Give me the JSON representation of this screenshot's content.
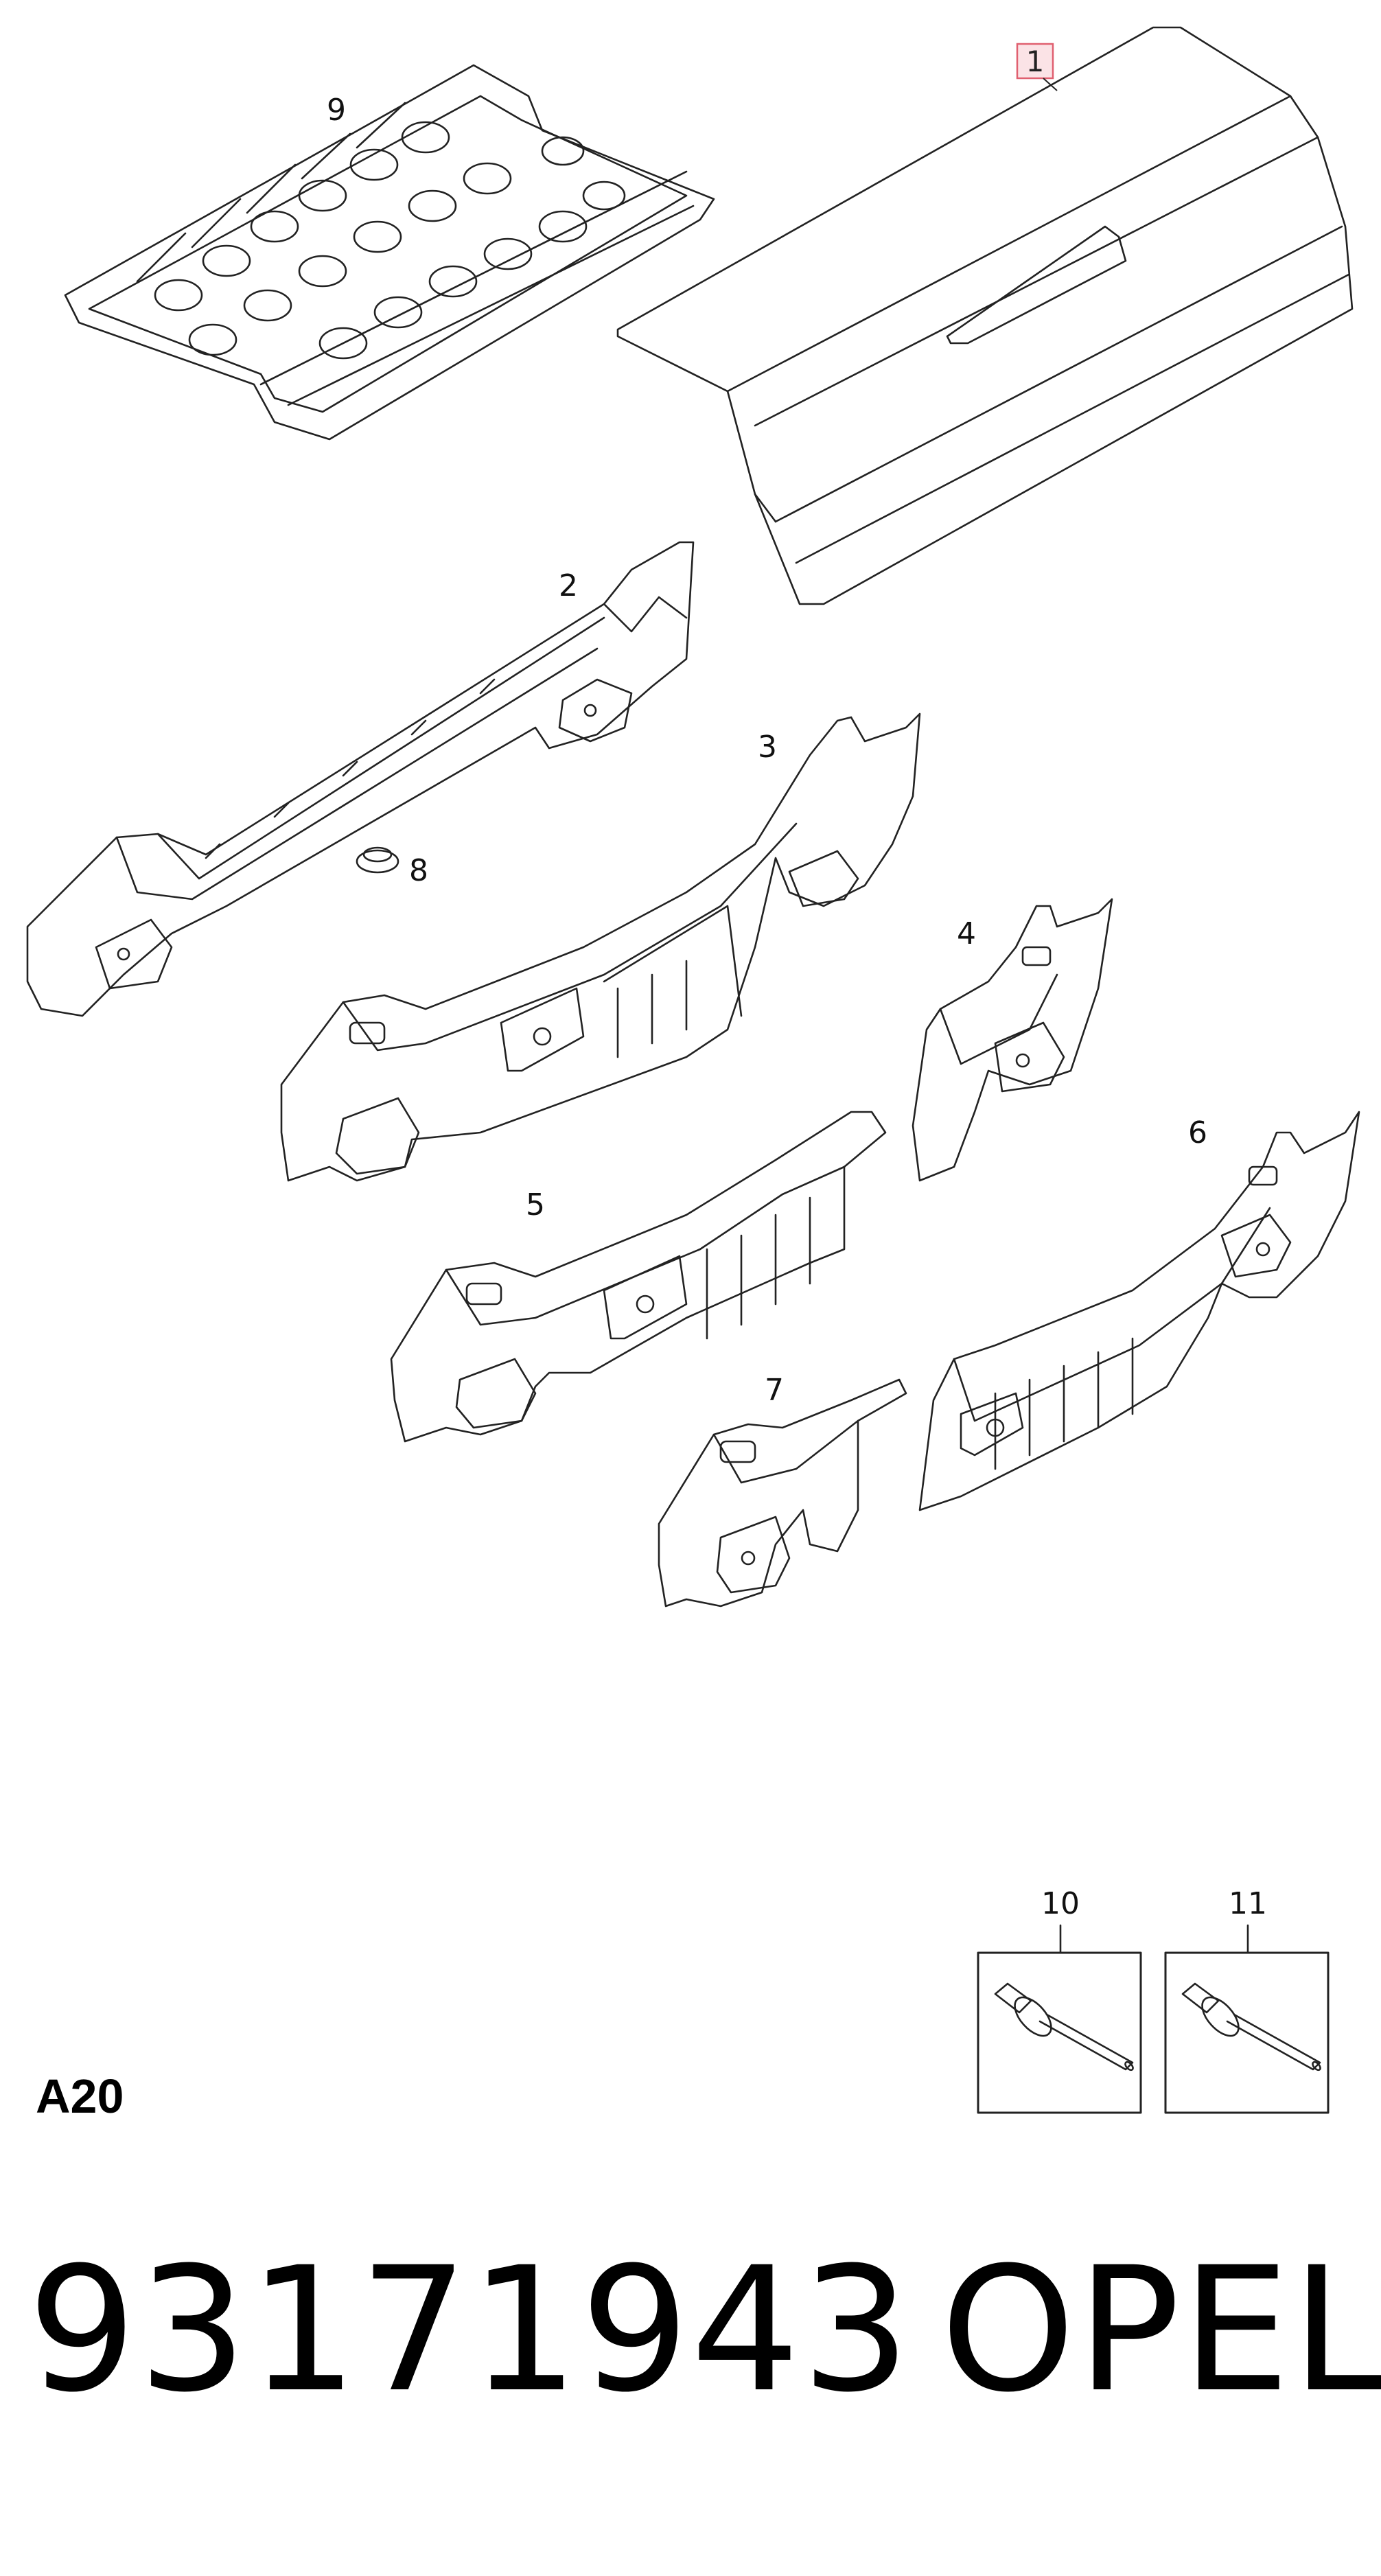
{
  "callouts": {
    "c1": "1",
    "c2": "2",
    "c3": "3",
    "c4": "4",
    "c5": "5",
    "c6": "6",
    "c7": "7",
    "c8": "8",
    "c9": "9",
    "c10": "10",
    "c11": "11"
  },
  "section_code": "A20",
  "part_number": "93171943",
  "brand": "OPEL",
  "colors": {
    "line": "#222222",
    "highlight_box": "#e06070",
    "highlight_fill": "#fbe3e6"
  }
}
